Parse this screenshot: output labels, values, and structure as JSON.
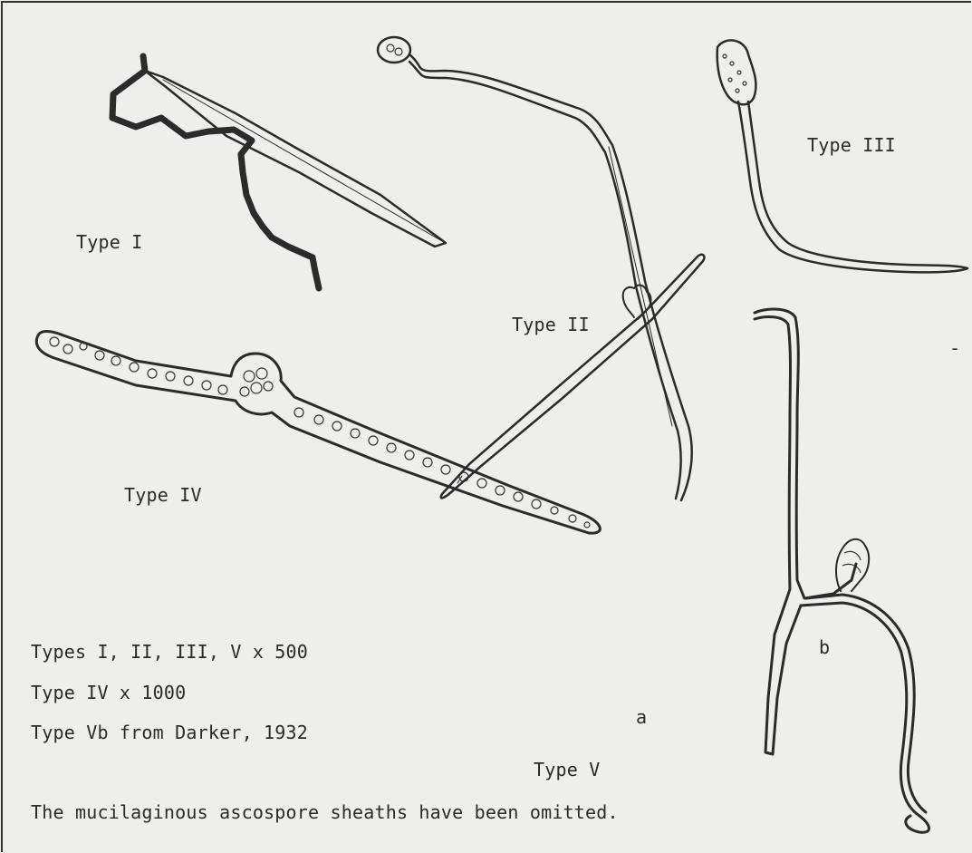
{
  "figure": {
    "spore_labels": {
      "type1": "Type I",
      "type2": "Type II",
      "type3": "Type III",
      "type4": "Type IV",
      "type5": "Type V",
      "sub_a": "a",
      "sub_b": "b"
    },
    "magnification_notes": [
      "Types I, II, III, V x 500",
      "Type IV x 1000",
      "Type Vb from Darker, 1932"
    ],
    "caption": "The mucilaginous ascospore sheaths have been omitted.",
    "stray_mark": "-"
  },
  "colors": {
    "ink": "#2b2b2b",
    "paper": "#eeeeec"
  }
}
